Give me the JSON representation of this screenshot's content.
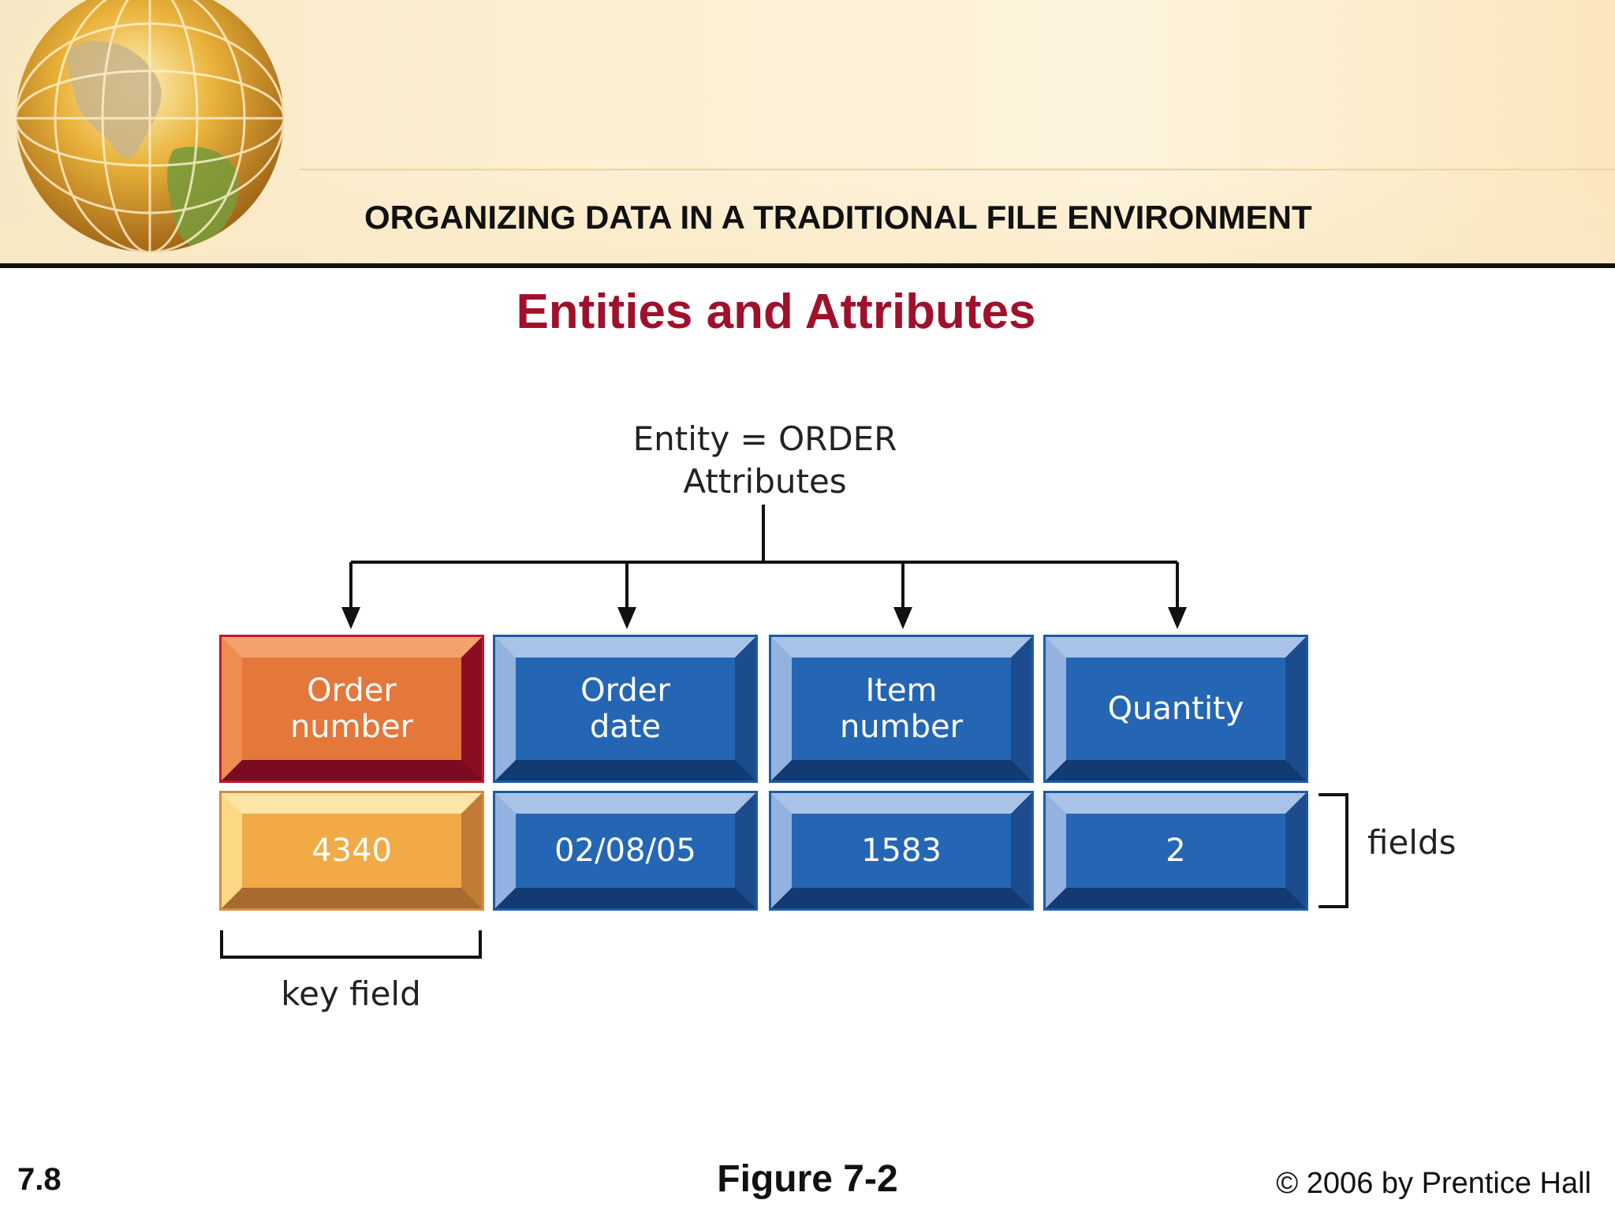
{
  "header": {
    "section_title": "ORGANIZING DATA IN A TRADITIONAL FILE ENVIRONMENT"
  },
  "slide": {
    "title": "Entities and Attributes"
  },
  "diagram": {
    "entity_label": "Entity = ORDER",
    "attributes_label": "Attributes",
    "attributes": [
      {
        "label": "Order\nnumber",
        "value": "4340",
        "key": true
      },
      {
        "label": "Order\ndate",
        "value": "02/08/05",
        "key": false
      },
      {
        "label": "Item\nnumber",
        "value": "1583",
        "key": false
      },
      {
        "label": "Quantity",
        "value": "2",
        "key": false
      }
    ],
    "fields_label": "fields",
    "key_field_label": "key field"
  },
  "footer": {
    "slide_number": "7.8",
    "figure_caption": "Figure 7-2",
    "copyright": "© 2006 by Prentice Hall"
  },
  "colors": {
    "title_red": "#a0102a",
    "blue_face": "#2566b4",
    "orange_face": "#e4773a",
    "key_border_red": "#c4182e",
    "gold_face": "#f1aa46"
  },
  "icons": [
    "globe-icon"
  ]
}
